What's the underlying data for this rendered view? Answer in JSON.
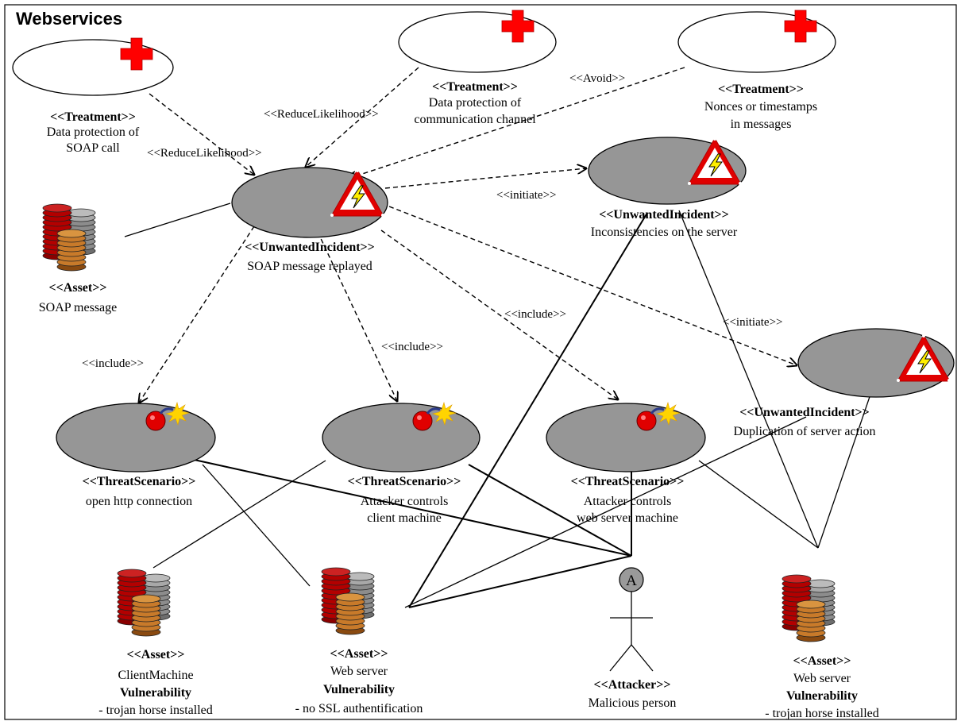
{
  "title": "Webservices",
  "treatments": [
    {
      "stereotype": "<<Treatment>>",
      "line1": "Data protection of",
      "line2": "SOAP call"
    },
    {
      "stereotype": "<<Treatment>>",
      "line1": "Data protection of",
      "line2": "communication channel"
    },
    {
      "stereotype": "<<Treatment>>",
      "line1": "Nonces or timestamps",
      "line2": "in messages"
    }
  ],
  "unwanted_incidents": [
    {
      "stereotype": "<<UnwantedIncident>>",
      "name": "SOAP message replayed"
    },
    {
      "stereotype": "<<UnwantedIncident>>",
      "name": "Inconsistencies on the server"
    },
    {
      "stereotype": "<<UnwantedIncident>>",
      "name": "Duplication of server action"
    }
  ],
  "threat_scenarios": [
    {
      "stereotype": "<<ThreatScenario>>",
      "line1": "open http connection",
      "line2": ""
    },
    {
      "stereotype": "<<ThreatScenario>>",
      "line1": "Attacker controls",
      "line2": "client machine"
    },
    {
      "stereotype": "<<ThreatScenario>>",
      "line1": "Attacker controls",
      "line2": "web server machine"
    }
  ],
  "assets": [
    {
      "stereotype": "<<Asset>>",
      "name": "SOAP message",
      "vuln_title": "",
      "vuln": ""
    },
    {
      "stereotype": "<<Asset>>",
      "name": "ClientMachine",
      "vuln_title": "Vulnerability",
      "vuln": "- trojan horse installed"
    },
    {
      "stereotype": "<<Asset>>",
      "name": "Web server",
      "vuln_title": "Vulnerability",
      "vuln": "- no SSL authentification"
    },
    {
      "stereotype": "<<Asset>>",
      "name": "Web server",
      "vuln_title": "Vulnerability",
      "vuln": "- trojan horse installed"
    }
  ],
  "attacker": {
    "icon_letter": "A",
    "stereotype": "<<Attacker>>",
    "name": "Malicious person"
  },
  "relations": {
    "reduce_likelihood_1": "<<ReduceLikelihood>>",
    "reduce_likelihood_2": "<<ReduceLikelihood>>",
    "avoid": "<<Avoid>>",
    "initiate_1": "<<initiate>>",
    "initiate_2": "<<initiate>>",
    "include_1": "<<include>>",
    "include_2": "<<include>>",
    "include_3": "<<include>>"
  },
  "icons": {
    "treatment": "red-cross-icon",
    "unwanted_incident": "warning-lightning-icon",
    "threat": "bomb-icon",
    "asset": "coin-stack-icon",
    "attacker": "stick-figure-icon"
  },
  "colors": {
    "cross": "#ff0000",
    "incident_fill": "#969696",
    "warning_red": "#e00000",
    "bolt": "#ffee00",
    "bomb": "#e00000",
    "coin_red": "#b30000",
    "coin_gray": "#8c8c8c",
    "coin_orange": "#c87a2a"
  }
}
